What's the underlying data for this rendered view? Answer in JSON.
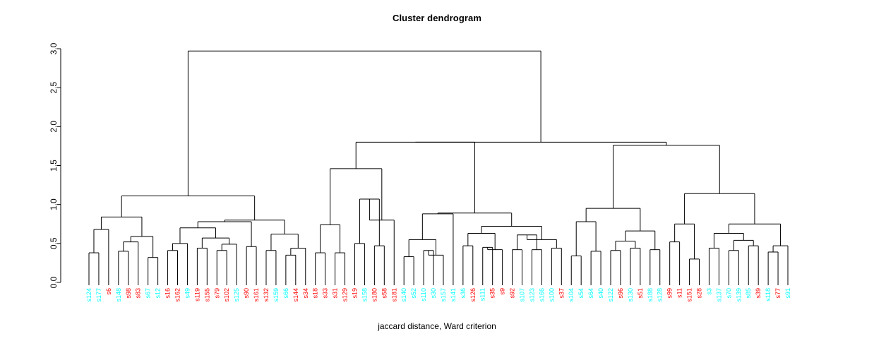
{
  "chart_data": {
    "type": "dendrogram",
    "title": "Cluster dendrogram",
    "xlabel": "jaccard distance, Ward criterion",
    "ylabel": "",
    "ylim": [
      0,
      3.0
    ],
    "yticks": [
      "0.0",
      "0.5",
      "1.0",
      "1.5",
      "2.0",
      "2.5",
      "3.0"
    ],
    "ytick_values": [
      0.0,
      0.5,
      1.0,
      1.5,
      2.0,
      2.5,
      3.0
    ],
    "grid": false,
    "legend": "none",
    "colors": {
      "group_cyan": "#00FFFF",
      "group_red": "#FF0000",
      "branch": "#000000"
    },
    "n_leaves": 72,
    "leaves": [
      {
        "label": "s124",
        "color": "#00FFFF"
      },
      {
        "label": "s177",
        "color": "#00FFFF"
      },
      {
        "label": "s6",
        "color": "#FF0000"
      },
      {
        "label": "s148",
        "color": "#00FFFF"
      },
      {
        "label": "s98",
        "color": "#FF0000"
      },
      {
        "label": "s83",
        "color": "#FF0000"
      },
      {
        "label": "s67",
        "color": "#00FFFF"
      },
      {
        "label": "s12",
        "color": "#00FFFF"
      },
      {
        "label": "s16",
        "color": "#FF0000"
      },
      {
        "label": "s162",
        "color": "#FF0000"
      },
      {
        "label": "s49",
        "color": "#00FFFF"
      },
      {
        "label": "s119",
        "color": "#FF0000"
      },
      {
        "label": "s155",
        "color": "#FF0000"
      },
      {
        "label": "s79",
        "color": "#FF0000"
      },
      {
        "label": "s102",
        "color": "#FF0000"
      },
      {
        "label": "s125",
        "color": "#00FFFF"
      },
      {
        "label": "s90",
        "color": "#FF0000"
      },
      {
        "label": "s161",
        "color": "#FF0000"
      },
      {
        "label": "s132",
        "color": "#FF0000"
      },
      {
        "label": "s159",
        "color": "#00FFFF"
      },
      {
        "label": "s66",
        "color": "#00FFFF"
      },
      {
        "label": "s144",
        "color": "#FF0000"
      },
      {
        "label": "s34",
        "color": "#FF0000"
      },
      {
        "label": "s18",
        "color": "#FF0000"
      },
      {
        "label": "s33",
        "color": "#FF0000"
      },
      {
        "label": "s31",
        "color": "#FF0000"
      },
      {
        "label": "s129",
        "color": "#FF0000"
      },
      {
        "label": "s19",
        "color": "#FF0000"
      },
      {
        "label": "s158",
        "color": "#00FFFF"
      },
      {
        "label": "s180",
        "color": "#FF0000"
      },
      {
        "label": "s58",
        "color": "#FF0000"
      },
      {
        "label": "s181",
        "color": "#FF0000"
      },
      {
        "label": "s140",
        "color": "#00FFFF"
      },
      {
        "label": "s52",
        "color": "#00FFFF"
      },
      {
        "label": "s110",
        "color": "#00FFFF"
      },
      {
        "label": "s30",
        "color": "#00FFFF"
      },
      {
        "label": "s157",
        "color": "#00FFFF"
      },
      {
        "label": "s141",
        "color": "#00FFFF"
      },
      {
        "label": "s36",
        "color": "#00FFFF"
      },
      {
        "label": "s126",
        "color": "#FF0000"
      },
      {
        "label": "s111",
        "color": "#00FFFF"
      },
      {
        "label": "s35",
        "color": "#FF0000"
      },
      {
        "label": "s9",
        "color": "#FF0000"
      },
      {
        "label": "s92",
        "color": "#FF0000"
      },
      {
        "label": "s107",
        "color": "#00FFFF"
      },
      {
        "label": "s123",
        "color": "#00FFFF"
      },
      {
        "label": "s166",
        "color": "#00FFFF"
      },
      {
        "label": "s100",
        "color": "#00FFFF"
      },
      {
        "label": "s37",
        "color": "#FF0000"
      },
      {
        "label": "s104",
        "color": "#00FFFF"
      },
      {
        "label": "s54",
        "color": "#00FFFF"
      },
      {
        "label": "s64",
        "color": "#00FFFF"
      },
      {
        "label": "s40",
        "color": "#00FFFF"
      },
      {
        "label": "s122",
        "color": "#00FFFF"
      },
      {
        "label": "s96",
        "color": "#FF0000"
      },
      {
        "label": "s130",
        "color": "#00FFFF"
      },
      {
        "label": "s51",
        "color": "#FF0000"
      },
      {
        "label": "s188",
        "color": "#00FFFF"
      },
      {
        "label": "s128",
        "color": "#00FFFF"
      },
      {
        "label": "s99",
        "color": "#FF0000"
      },
      {
        "label": "s11",
        "color": "#FF0000"
      },
      {
        "label": "s151",
        "color": "#FF0000"
      },
      {
        "label": "s28",
        "color": "#FF0000"
      },
      {
        "label": "s3",
        "color": "#00FFFF"
      },
      {
        "label": "s137",
        "color": "#00FFFF"
      },
      {
        "label": "s70",
        "color": "#00FFFF"
      },
      {
        "label": "s139",
        "color": "#00FFFF"
      },
      {
        "label": "s85",
        "color": "#00FFFF"
      },
      {
        "label": "s39",
        "color": "#FF0000"
      },
      {
        "label": "s118",
        "color": "#00FFFF"
      },
      {
        "label": "s77",
        "color": "#FF0000"
      },
      {
        "label": "s91",
        "color": "#00FFFF"
      }
    ],
    "merges": [
      {
        "id": "m0",
        "left": {
          "leaf": 0
        },
        "right": {
          "leaf": 1
        },
        "height": 0.38
      },
      {
        "id": "m1",
        "left": {
          "node": "m0"
        },
        "right": {
          "leaf": 2
        },
        "height": 0.68
      },
      {
        "id": "m2",
        "left": {
          "leaf": 3
        },
        "right": {
          "leaf": 4
        },
        "height": 0.4
      },
      {
        "id": "m3",
        "left": {
          "node": "m2"
        },
        "right": {
          "leaf": 5
        },
        "height": 0.52
      },
      {
        "id": "m4",
        "left": {
          "leaf": 6
        },
        "right": {
          "leaf": 7
        },
        "height": 0.32
      },
      {
        "id": "m5",
        "left": {
          "node": "m3"
        },
        "right": {
          "node": "m4"
        },
        "height": 0.59
      },
      {
        "id": "m6",
        "left": {
          "node": "m1"
        },
        "right": {
          "node": "m5"
        },
        "height": 0.84
      },
      {
        "id": "m7",
        "left": {
          "leaf": 8
        },
        "right": {
          "leaf": 9
        },
        "height": 0.41
      },
      {
        "id": "m8",
        "left": {
          "node": "m7"
        },
        "right": {
          "leaf": 10
        },
        "height": 0.5
      },
      {
        "id": "m9",
        "left": {
          "leaf": 11
        },
        "right": {
          "leaf": 12
        },
        "height": 0.44
      },
      {
        "id": "m10",
        "left": {
          "leaf": 13
        },
        "right": {
          "leaf": 14
        },
        "height": 0.41
      },
      {
        "id": "m11",
        "left": {
          "node": "m10"
        },
        "right": {
          "leaf": 15
        },
        "height": 0.49
      },
      {
        "id": "m12",
        "left": {
          "node": "m9"
        },
        "right": {
          "node": "m11"
        },
        "height": 0.57
      },
      {
        "id": "m13",
        "left": {
          "node": "m8"
        },
        "right": {
          "node": "m12"
        },
        "height": 0.7
      },
      {
        "id": "m14",
        "left": {
          "leaf": 16
        },
        "right": {
          "leaf": 17
        },
        "height": 0.46
      },
      {
        "id": "m15",
        "left": {
          "node": "m13"
        },
        "right": {
          "node": "m14"
        },
        "height": 0.78
      },
      {
        "id": "m16",
        "left": {
          "leaf": 18
        },
        "right": {
          "leaf": 19
        },
        "height": 0.41
      },
      {
        "id": "m17",
        "left": {
          "leaf": 20
        },
        "right": {
          "leaf": 21
        },
        "height": 0.35
      },
      {
        "id": "m18",
        "left": {
          "node": "m17"
        },
        "right": {
          "leaf": 22
        },
        "height": 0.44
      },
      {
        "id": "m19",
        "left": {
          "node": "m16"
        },
        "right": {
          "node": "m18"
        },
        "height": 0.62
      },
      {
        "id": "m20",
        "left": {
          "node": "m15"
        },
        "right": {
          "node": "m19"
        },
        "height": 0.8
      },
      {
        "id": "m21",
        "left": {
          "node": "m6"
        },
        "right": {
          "node": "m20"
        },
        "height": 1.11
      },
      {
        "id": "m22",
        "left": {
          "leaf": 23
        },
        "right": {
          "leaf": 24
        },
        "height": 0.38
      },
      {
        "id": "m23",
        "left": {
          "leaf": 25
        },
        "right": {
          "leaf": 26
        },
        "height": 0.38
      },
      {
        "id": "m24",
        "left": {
          "node": "m22"
        },
        "right": {
          "node": "m23"
        },
        "height": 0.74
      },
      {
        "id": "m25",
        "left": {
          "leaf": 27
        },
        "right": {
          "leaf": 28
        },
        "height": 0.5
      },
      {
        "id": "m26",
        "left": {
          "leaf": 29
        },
        "right": {
          "leaf": 30
        },
        "height": 0.47
      },
      {
        "id": "m27",
        "left": {
          "node": "m25"
        },
        "right": {
          "node": "m26"
        },
        "height": 1.07
      },
      {
        "id": "m28",
        "left": {
          "node": "m27"
        },
        "right": {
          "leaf": 31
        },
        "height": 0.8
      },
      {
        "id": "m29",
        "left": {
          "node": "m24"
        },
        "right": {
          "node": "m28"
        },
        "height": 1.46
      },
      {
        "id": "m30",
        "left": {
          "leaf": 32
        },
        "right": {
          "leaf": 33
        },
        "height": 0.33
      },
      {
        "id": "m31",
        "left": {
          "leaf": 34
        },
        "right": {
          "leaf": 35
        },
        "height": 0.41
      },
      {
        "id": "m32",
        "left": {
          "node": "m31"
        },
        "right": {
          "leaf": 36
        },
        "height": 0.35
      },
      {
        "id": "m33",
        "left": {
          "node": "m30"
        },
        "right": {
          "node": "m32"
        },
        "height": 0.55
      },
      {
        "id": "m34",
        "left": {
          "node": "m33"
        },
        "right": {
          "leaf": 37
        },
        "height": 0.88
      },
      {
        "id": "m35",
        "left": {
          "leaf": 38
        },
        "right": {
          "leaf": 39
        },
        "height": 0.47
      },
      {
        "id": "m36",
        "left": {
          "leaf": 40
        },
        "right": {
          "leaf": 41
        },
        "height": 0.45
      },
      {
        "id": "m37",
        "left": {
          "node": "m36"
        },
        "right": {
          "leaf": 42
        },
        "height": 0.42
      },
      {
        "id": "m38",
        "left": {
          "node": "m35"
        },
        "right": {
          "node": "m37"
        },
        "height": 0.63
      },
      {
        "id": "m39",
        "left": {
          "leaf": 43
        },
        "right": {
          "leaf": 44
        },
        "height": 0.42
      },
      {
        "id": "m40",
        "left": {
          "leaf": 45
        },
        "right": {
          "leaf": 46
        },
        "height": 0.42
      },
      {
        "id": "m41",
        "left": {
          "node": "m39"
        },
        "right": {
          "node": "m40"
        },
        "height": 0.61
      },
      {
        "id": "m42",
        "left": {
          "leaf": 47
        },
        "right": {
          "leaf": 48
        },
        "height": 0.44
      },
      {
        "id": "m43",
        "left": {
          "node": "m41"
        },
        "right": {
          "node": "m42"
        },
        "height": 0.55
      },
      {
        "id": "m44",
        "left": {
          "node": "m38"
        },
        "right": {
          "node": "m43"
        },
        "height": 0.72
      },
      {
        "id": "m45",
        "left": {
          "node": "m34"
        },
        "right": {
          "node": "m44"
        },
        "height": 0.89
      },
      {
        "id": "m46",
        "left": {
          "node": "m29"
        },
        "right": {
          "node": "m45"
        },
        "height": 1.8
      },
      {
        "id": "m47",
        "left": {
          "leaf": 49
        },
        "right": {
          "leaf": 50
        },
        "height": 0.34
      },
      {
        "id": "m48",
        "left": {
          "leaf": 51
        },
        "right": {
          "leaf": 52
        },
        "height": 0.4
      },
      {
        "id": "m49",
        "left": {
          "node": "m47"
        },
        "right": {
          "node": "m48"
        },
        "height": 0.78
      },
      {
        "id": "m50",
        "left": {
          "leaf": 53
        },
        "right": {
          "leaf": 54
        },
        "height": 0.41
      },
      {
        "id": "m51",
        "left": {
          "leaf": 55
        },
        "right": {
          "leaf": 56
        },
        "height": 0.44
      },
      {
        "id": "m52",
        "left": {
          "node": "m50"
        },
        "right": {
          "node": "m51"
        },
        "height": 0.53
      },
      {
        "id": "m53",
        "left": {
          "leaf": 57
        },
        "right": {
          "leaf": 58
        },
        "height": 0.42
      },
      {
        "id": "m54",
        "left": {
          "node": "m52"
        },
        "right": {
          "node": "m53"
        },
        "height": 0.66
      },
      {
        "id": "m55",
        "left": {
          "node": "m49"
        },
        "right": {
          "node": "m54"
        },
        "height": 0.95
      },
      {
        "id": "m56",
        "left": {
          "leaf": 59
        },
        "right": {
          "leaf": 60
        },
        "height": 0.52
      },
      {
        "id": "m57",
        "left": {
          "leaf": 61
        },
        "right": {
          "leaf": 62
        },
        "height": 0.3
      },
      {
        "id": "m58",
        "left": {
          "node": "m56"
        },
        "right": {
          "node": "m57"
        },
        "height": 0.75
      },
      {
        "id": "m59",
        "left": {
          "leaf": 63
        },
        "right": {
          "leaf": 64
        },
        "height": 0.44
      },
      {
        "id": "m60",
        "left": {
          "leaf": 65
        },
        "right": {
          "leaf": 66
        },
        "height": 0.41
      },
      {
        "id": "m61",
        "left": {
          "leaf": 67
        },
        "right": {
          "leaf": 68
        },
        "height": 0.47
      },
      {
        "id": "m62",
        "left": {
          "node": "m60"
        },
        "right": {
          "node": "m61"
        },
        "height": 0.54
      },
      {
        "id": "m63",
        "left": {
          "node": "m59"
        },
        "right": {
          "node": "m62"
        },
        "height": 0.63
      },
      {
        "id": "m64",
        "left": {
          "leaf": 69
        },
        "right": {
          "leaf": 70
        },
        "height": 0.39
      },
      {
        "id": "m65",
        "left": {
          "node": "m64"
        },
        "right": {
          "leaf": 71
        },
        "height": 0.47
      },
      {
        "id": "m66",
        "left": {
          "node": "m63"
        },
        "right": {
          "node": "m65"
        },
        "height": 0.75
      },
      {
        "id": "m67",
        "left": {
          "node": "m58"
        },
        "right": {
          "node": "m66"
        },
        "height": 1.14
      },
      {
        "id": "m68",
        "left": {
          "node": "m55"
        },
        "right": {
          "node": "m67"
        },
        "height": 1.76
      },
      {
        "id": "m69",
        "left": {
          "node": "m46"
        },
        "right": {
          "node": "m68"
        },
        "height": 1.8
      },
      {
        "id": "m70",
        "left": {
          "node": "m21"
        },
        "right": {
          "node": "m69"
        },
        "height": 2.97
      }
    ]
  }
}
